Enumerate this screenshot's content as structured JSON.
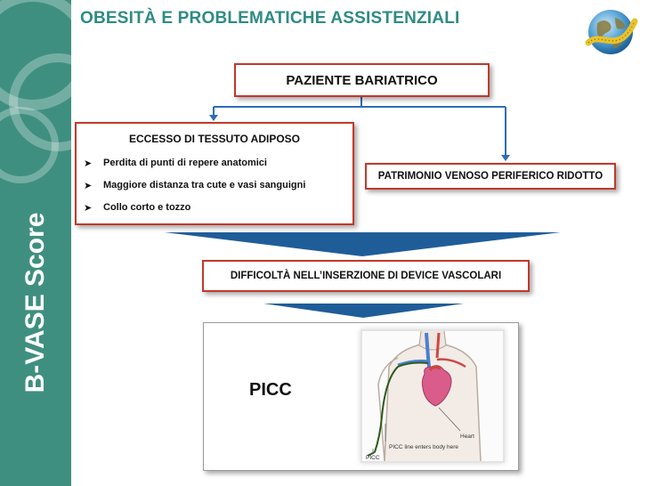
{
  "sidebar": {
    "text": "B-VASE Score",
    "color": "#3f8f80"
  },
  "title": "OBESITÀ E PROBLEMATICHE ASSISTENZIALI",
  "accent_color": "#2e8b84",
  "diagram": {
    "root": "PAZIENTE BARIATRICO",
    "left_branch": {
      "heading": "ECCESSO DI TESSUTO ADIPOSO",
      "bullets": [
        "Perdita di punti di repere anatomici",
        "Maggiore distanza tra cute e vasi sanguigni",
        "Collo corto e tozzo"
      ]
    },
    "right_branch": "PATRIMONIO VENOSO PERIFERICO RIDOTTO",
    "result": "DIFFICOLTÀ NELL’INSERZIONE DI DEVICE VASCOLARI",
    "solution": "PICC",
    "image_labels": {
      "heart": "Heart",
      "entry": "PICC line enters body here",
      "picc": "PICC"
    }
  },
  "colors": {
    "box_border_red": "#c0392b",
    "arrow_blue": "#1f5d99",
    "connector_blue": "#2f6db3"
  }
}
